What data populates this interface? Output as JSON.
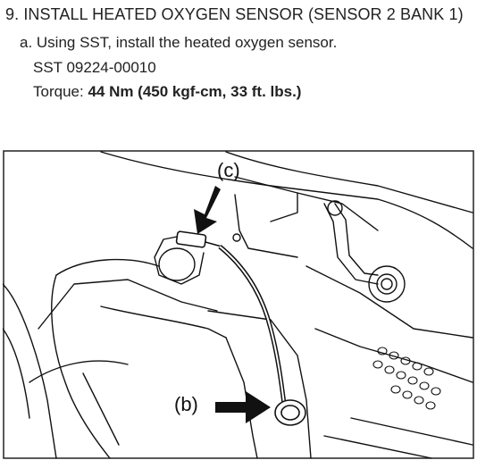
{
  "step": {
    "title": "9. INSTALL HEATED OXYGEN SENSOR (SENSOR 2 BANK 1)",
    "substep": "a. Using SST, install the heated oxygen sensor.",
    "sst": "SST 09224-00010",
    "torque_label": "Torque:",
    "torque_value": "44 Nm (450 kgf-cm, 33 ft. lbs.)"
  },
  "figure": {
    "callout_c": "(c)",
    "callout_b": "(b)"
  }
}
